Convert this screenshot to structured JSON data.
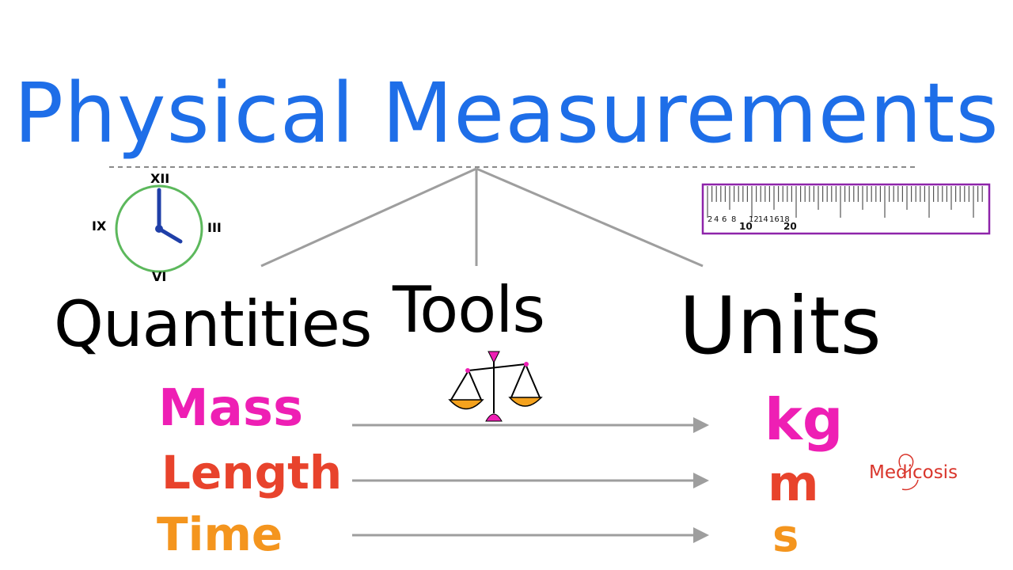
{
  "title": {
    "text": "Physical Measurements",
    "color": "#1e6ee8"
  },
  "headings": {
    "quantities": "Quantities",
    "tools": "Tools",
    "units": "Units",
    "color": "#000000"
  },
  "mappings": [
    {
      "quantity": "Mass",
      "unit": "kg",
      "color": "#ee1fb4"
    },
    {
      "quantity": "Length",
      "unit": "m",
      "color": "#e8432c"
    },
    {
      "quantity": "Time",
      "unit": "s",
      "color": "#f4951e"
    }
  ],
  "clock": {
    "icon": "clock-icon",
    "labels": {
      "top": "XII",
      "right": "III",
      "bottom": "VI",
      "left": "IX"
    },
    "face_color": "#5cb85c",
    "hand_color": "#1f3fa8"
  },
  "ruler": {
    "icon": "ruler-icon",
    "small_labels": [
      "2",
      "4",
      "6",
      "8",
      "12",
      "14",
      "16",
      "18"
    ],
    "big_labels": [
      "10",
      "20"
    ],
    "border_color": "#8e24aa"
  },
  "scale": {
    "icon": "balance-scale-icon",
    "pan_color": "#f4a21e",
    "stand_color": "#ee1fb4"
  },
  "logo": {
    "text": "Medicosis",
    "color": "#d9352b"
  },
  "connector_color": "#9e9e9e"
}
